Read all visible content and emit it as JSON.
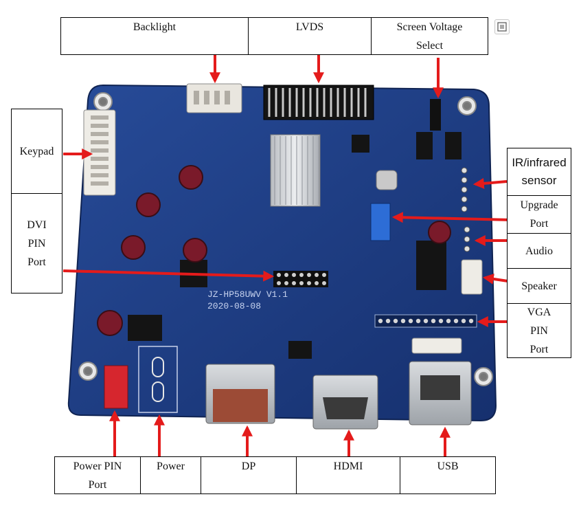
{
  "labels": {
    "backlight": "Backlight",
    "lvds": "LVDS",
    "screen_voltage": "Screen Voltage\nSelect",
    "keypad": "Keypad",
    "dvi_pin": "DVI\nPIN\nPort",
    "ir_sensor": "IR/infrared\nsensor",
    "upgrade": "Upgrade\nPort",
    "audio": "Audio",
    "speaker": "Speaker",
    "vga_pin": "VGA\nPIN\nPort",
    "power_pin": "Power PIN\nPort",
    "power": "Power",
    "dp": "DP",
    "hdmi": "HDMI",
    "usb": "USB"
  },
  "board": {
    "silkscreen_model": "JZ-HP58UWV  V1.1",
    "silkscreen_date": "2020-08-08"
  },
  "colors": {
    "board": "#1f3f86",
    "arrow": "#e41b1b",
    "heatsink": "#d7d9dc",
    "capacitor": "#7a1a2a"
  },
  "icons": [
    "expand-icon"
  ]
}
